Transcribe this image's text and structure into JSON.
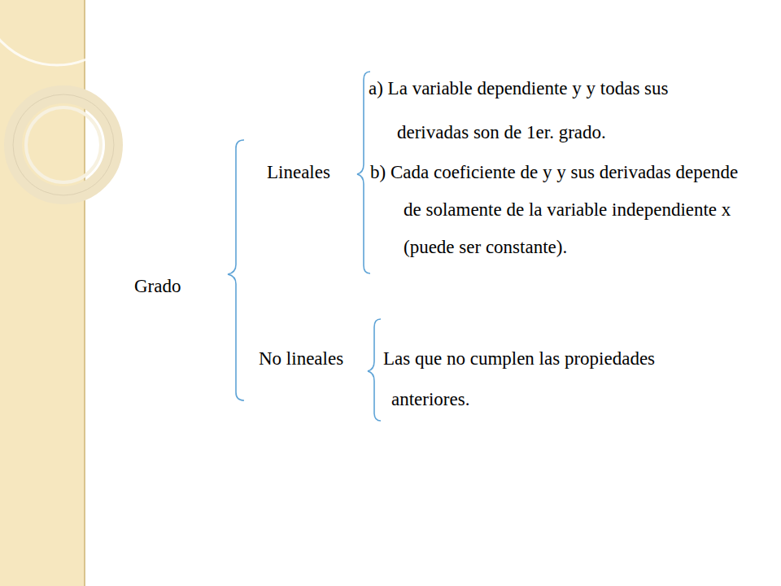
{
  "diagram": {
    "labels": [
      "a) La variable dependiente y y todas sus derivadas son de 1er. grado.",
      "Lineales",
      "b) Cada coeficiente de y y sus derivadas depende de solamente de la variable independiente x (puede ser constante).",
      "Grado",
      "No lineales",
      "Las que no cumplen las propiedades anteriores."
    ]
  }
}
